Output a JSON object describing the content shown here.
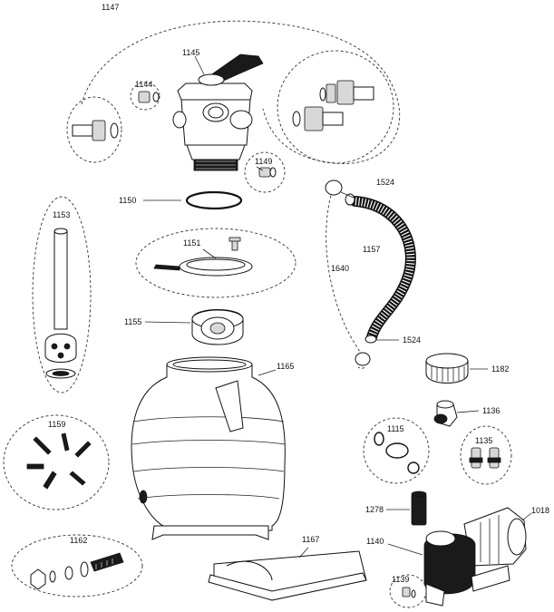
{
  "labels": {
    "p1147": "1147",
    "p1145": "1145",
    "p1144": "1144",
    "p1149": "1149",
    "p1150": "1150",
    "p1151": "1151",
    "p1153": "1153",
    "p1155": "1155",
    "p1165": "1165",
    "p1524a": "1524",
    "p1157": "1157",
    "p1640": "1640",
    "p1524b": "1524",
    "p1182": "1182",
    "p1136": "1136",
    "p1115": "1115",
    "p1135": "1135",
    "p1159": "1159",
    "p1278": "1278",
    "p1018": "1018",
    "p1140": "1140",
    "p1162": "1162",
    "p1167": "1167",
    "p1139": "1139"
  },
  "colors": {
    "ink": "#111111",
    "dark_part": "#1a1a1a"
  }
}
